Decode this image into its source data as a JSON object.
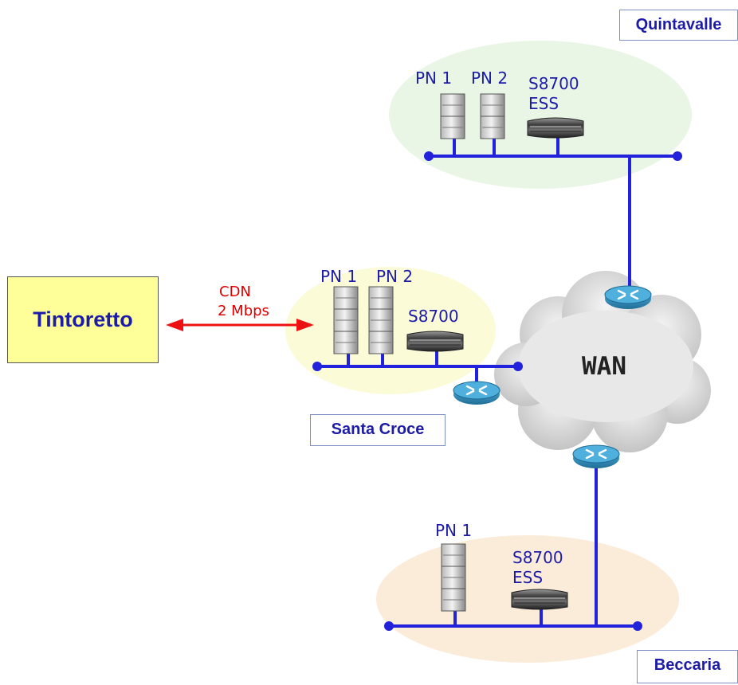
{
  "sites": {
    "quintavalle": {
      "name": "Quintavalle",
      "pn1": "PN 1",
      "pn2": "PN 2",
      "server_line1": "S8700",
      "server_line2": "ESS"
    },
    "santa_croce": {
      "name": "Santa Croce",
      "pn1": "PN 1",
      "pn2": "PN 2",
      "server_line1": "S8700"
    },
    "beccaria": {
      "name": "Beccaria",
      "pn1": "PN 1",
      "server_line1": "S8700",
      "server_line2": "ESS"
    }
  },
  "main_site": {
    "name": "Tintoretto"
  },
  "link": {
    "line1": "CDN",
    "line2": "2 Mbps"
  },
  "wan": {
    "label": "WAN"
  },
  "colors": {
    "bus": "#2222dd",
    "arrow": "#ee1111",
    "label_text": "#1c1ca8",
    "zone_green": "#e9f6e6",
    "zone_yellow": "#fbfbd8",
    "zone_peach": "#fbebd9",
    "main_box": "#ffff99",
    "router": "#3b9ac9"
  },
  "icons": [
    "server-rack-icon",
    "s8700-server-icon",
    "router-icon",
    "cloud-icon"
  ]
}
